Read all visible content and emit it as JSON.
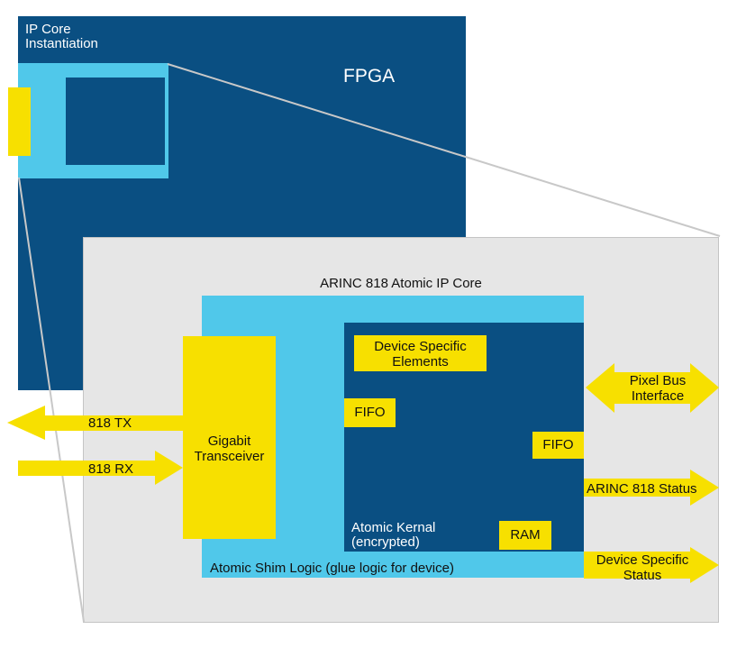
{
  "colors": {
    "fpga_dark_blue": "#0a4f82",
    "light_blue": "#50c8ea",
    "yellow": "#f7e000",
    "panel_gray": "#e6e6e6",
    "panel_border": "#c4c4c4",
    "text_dark": "#111111",
    "text_white": "#ffffff"
  },
  "fpga": {
    "label": "FPGA",
    "instantiation_label_line1": "IP Core",
    "instantiation_label_line2": "Instantiation"
  },
  "ip_core": {
    "title": "ARINC 818 Atomic IP Core",
    "shim_logic_label": "Atomic Shim Logic (glue logic for device)",
    "gigabit_line1": "Gigabit",
    "gigabit_line2": "Transceiver",
    "device_specific_line1": "Device Specific",
    "device_specific_line2": "Elements",
    "fifo_left": "FIFO",
    "fifo_right": "FIFO",
    "kernel_line1": "Atomic Kernal",
    "kernel_line2": "(encrypted)",
    "ram": "RAM"
  },
  "signals": {
    "tx": "818 TX",
    "rx": "818 RX",
    "pixel_bus_line1": "Pixel Bus",
    "pixel_bus_line2": "Interface",
    "arinc_status": "ARINC 818 Status",
    "device_status_line1": "Device Specific",
    "device_status_line2": "Status"
  }
}
